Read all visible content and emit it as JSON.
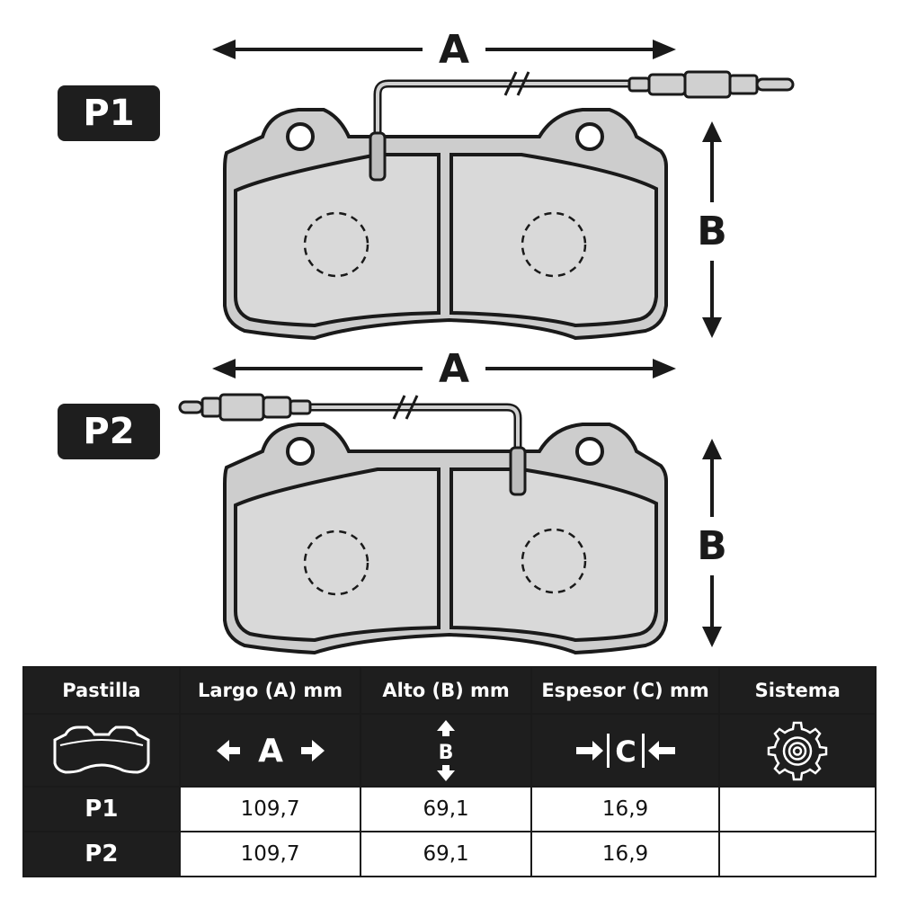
{
  "diagram": {
    "pads": [
      {
        "tag": "P1",
        "dim_a": "A",
        "dim_b": "B"
      },
      {
        "tag": "P2",
        "dim_a": "A",
        "dim_b": "B"
      }
    ]
  },
  "table": {
    "headers": [
      "Pastilla",
      "Largo (A) mm",
      "Alto (B) mm",
      "Espesor (C) mm",
      "Sistema"
    ],
    "icons": {
      "a_letter": "A",
      "b_letter": "B",
      "c_letter": "C"
    },
    "rows": [
      {
        "pad": "P1",
        "largo": "109,7",
        "alto": "69,1",
        "espesor": "16,9",
        "sistema": ""
      },
      {
        "pad": "P2",
        "largo": "109,7",
        "alto": "69,1",
        "espesor": "16,9",
        "sistema": ""
      }
    ]
  }
}
